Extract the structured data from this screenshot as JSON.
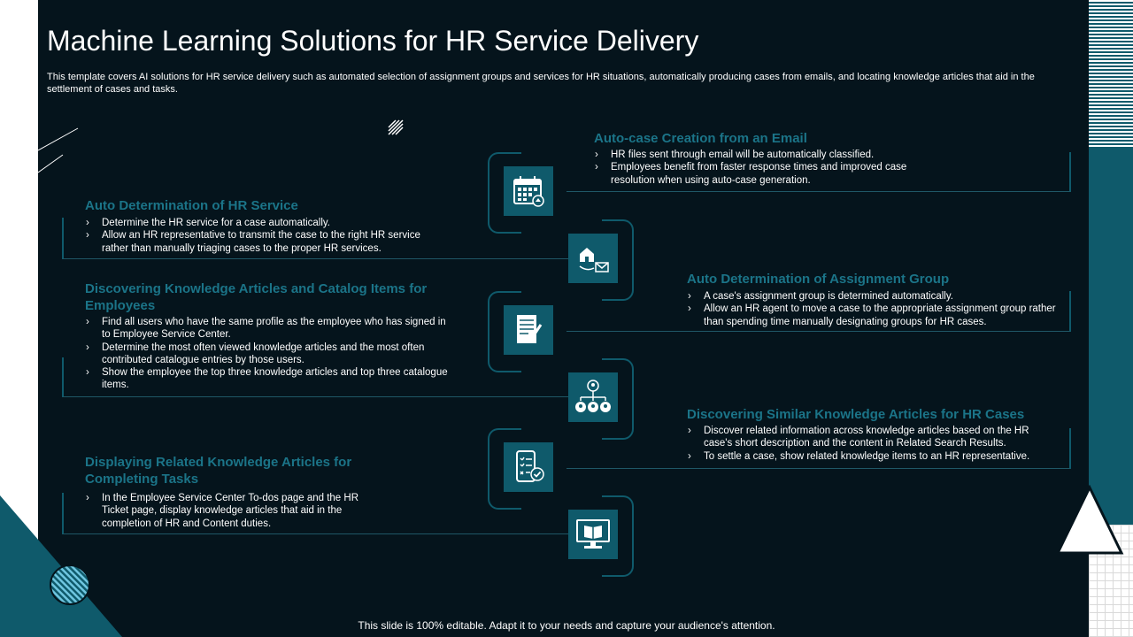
{
  "title": "Machine Learning Solutions for HR Service Delivery",
  "subtitle": "This template covers AI  solutions for HR service delivery such as automated selection of assignment groups and services for HR situations, automatically producing cases from emails, and locating knowledge articles that aid in the settlement of cases and tasks.",
  "footer": "This slide is 100% editable. Adapt it to your needs and capture your audience's attention.",
  "colors": {
    "background": "#05141c",
    "accent": "#0f5a6b",
    "heading": "#1b7488",
    "text": "#ffffff"
  },
  "sections": {
    "email": {
      "title": "Auto-case Creation from an Email",
      "icon": "calendar-icon",
      "bullets": [
        "HR files sent through email will be automatically classified.",
        "Employees benefit from faster response times and improved case resolution when using auto-case generation."
      ]
    },
    "hr_service": {
      "title": "Auto Determination of HR Service",
      "icon": "home-mail-icon",
      "bullets": [
        "Determine the HR service for a case automatically.",
        "Allow an HR representative to transmit the case to the right HR service rather than manually triaging cases to the proper HR services."
      ]
    },
    "assignment": {
      "title": "Auto Determination of Assignment Group",
      "icon": "document-pen-icon",
      "bullets": [
        "A case's assignment group is determined automatically.",
        "Allow an HR agent to move a case to the appropriate assignment group rather than spending time manually designating groups for HR cases."
      ]
    },
    "catalog": {
      "title": "Discovering Knowledge Articles and Catalog Items for Employees",
      "icon": "org-chart-icon",
      "bullets": [
        "Find all users who have the same profile as the employee who has signed in to Employee Service Center.",
        "Determine the most often viewed knowledge articles and the most often contributed catalogue entries by those users.",
        "Show the employee the top three knowledge articles and top three catalogue items."
      ]
    },
    "similar": {
      "title": "Discovering Similar Knowledge Articles for HR Cases",
      "icon": "mobile-checklist-icon",
      "bullets": [
        "Discover related information across knowledge articles based on the HR case's short description and the content in Related Search Results.",
        "To settle a case, show related knowledge items to an HR representative."
      ]
    },
    "related": {
      "title": "Displaying Related Knowledge Articles for Completing Tasks",
      "icon": "monitor-book-icon",
      "bullets": [
        "In the Employee Service Center To-dos page and the HR Ticket page, display knowledge articles that aid in the completion of HR and Content duties."
      ]
    }
  }
}
